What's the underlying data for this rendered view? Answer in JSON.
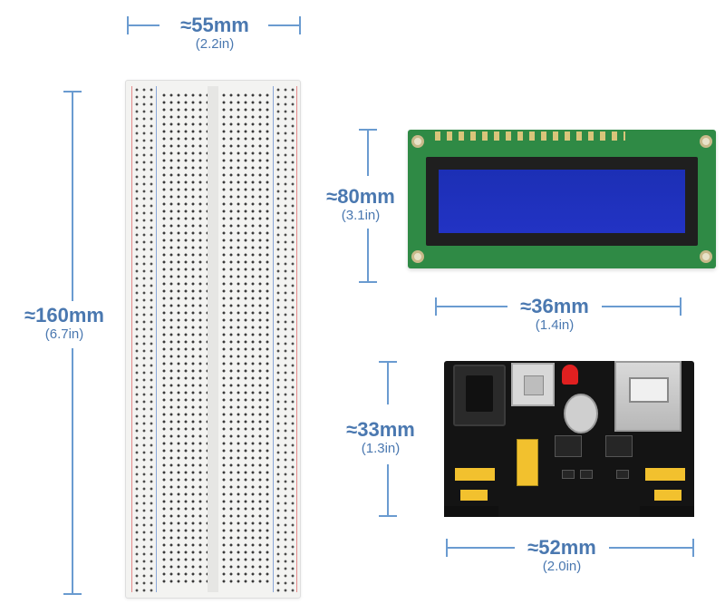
{
  "dimensions": {
    "breadboard_width": {
      "main": "≈55mm",
      "sub": "(2.2in)"
    },
    "breadboard_height": {
      "main": "≈160mm",
      "sub": "(6.7in)"
    },
    "lcd_height": {
      "main": "≈80mm",
      "sub": "(3.1in)"
    },
    "lcd_width": {
      "main": "≈36mm",
      "sub": "(1.4in)"
    },
    "psu_height": {
      "main": "≈33mm",
      "sub": "(1.3in)"
    },
    "psu_width": {
      "main": "≈52mm",
      "sub": "(2.0in)"
    }
  },
  "colors": {
    "dimension_text": "#4a78b0",
    "lcd_pcb": "#2f8a45",
    "lcd_screen": "#2233c4",
    "psu_pcb": "#141414",
    "jumper": "#f2c12e"
  }
}
